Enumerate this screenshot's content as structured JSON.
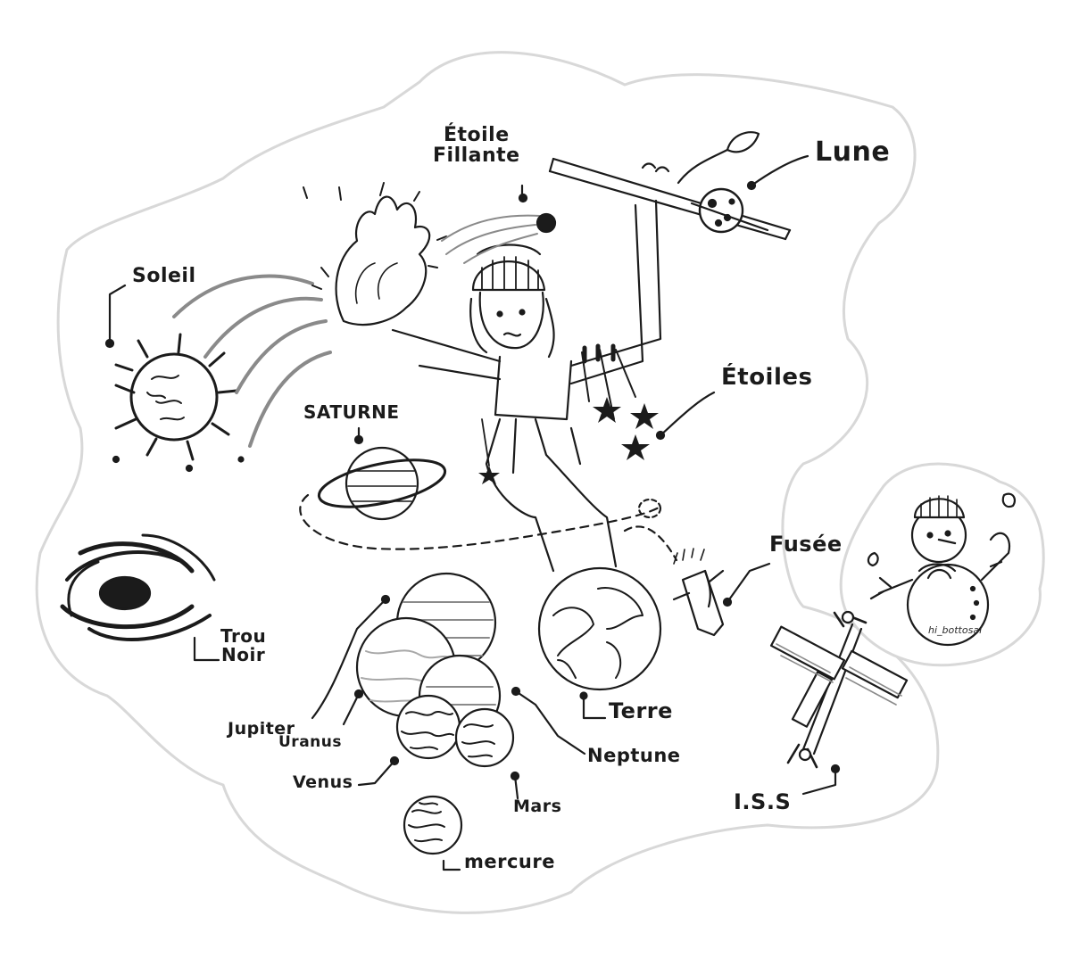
{
  "palette": {
    "ink": "#1b1b1b",
    "sticker_outline": "#d8d8d8",
    "paper": "#ffffff",
    "shade": "#8a8a8a"
  },
  "labels": {
    "soleil": "Soleil",
    "etoile_fillante_1": "Étoile",
    "etoile_fillante_2": "Fillante",
    "lune": "Lune",
    "saturne": "SATURNE",
    "etoiles": "Étoiles",
    "trou_noir_1": "Trou",
    "trou_noir_2": "Noir",
    "fusee": "Fusée",
    "jupiter": "Jupiter",
    "uranus": "Uranus",
    "venus": "Venus",
    "mars": "Mars",
    "mercure": "mercure",
    "neptune": "Neptune",
    "terre": "Terre",
    "iss": "I.S.S"
  },
  "signature": "hi_bottosai",
  "icons": [
    "sun-icon",
    "black-hole-icon",
    "saturn-icon",
    "moon-icon",
    "shooting-star-icon",
    "star-icon",
    "earth-icon",
    "rocket-icon",
    "space-station-icon",
    "snowman-icon",
    "planet-icon"
  ]
}
